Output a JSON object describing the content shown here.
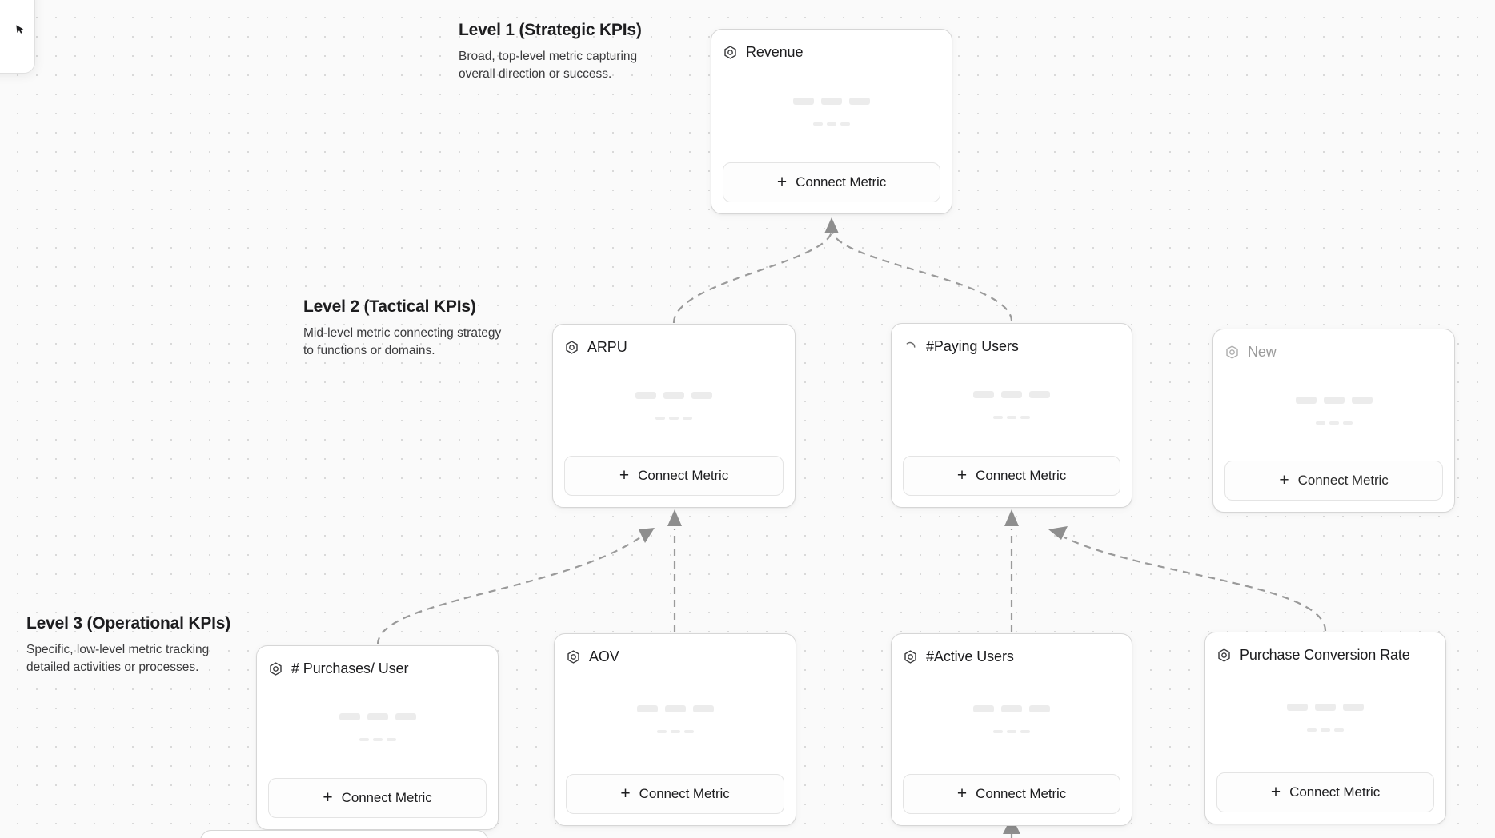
{
  "canvas": {
    "background_color": "#fafafa",
    "dot_color": "#d9d9d9",
    "edge_color": "#9a9a9a"
  },
  "floating_panel": {
    "icon": "cursor-icon"
  },
  "levels": [
    {
      "id": "level-1",
      "title": "Level 1 (Strategic KPIs)",
      "description": "Broad, top-level metric capturing overall direction or success."
    },
    {
      "id": "level-2",
      "title": "Level 2 (Tactical KPIs)",
      "description": "Mid-level metric connecting strategy to functions or domains."
    },
    {
      "id": "level-3",
      "title": "Level 3 (Operational KPIs)",
      "description": "Specific, low-level metric tracking detailed activities or processes."
    }
  ],
  "cards": {
    "revenue": {
      "title": "Revenue",
      "icon": "hexagon-target-icon",
      "connect_label": "Connect Metric",
      "connect_plus": "+"
    },
    "arpu": {
      "title": "ARPU",
      "icon": "hexagon-target-icon",
      "connect_label": "Connect Metric",
      "connect_plus": "+"
    },
    "paying_users": {
      "title": "#Paying Users",
      "icon": "loading-spinner-icon",
      "connect_label": "Connect Metric",
      "connect_plus": "+"
    },
    "new": {
      "title": "New",
      "icon": "hexagon-target-icon",
      "connect_label": "Connect Metric",
      "connect_plus": "+"
    },
    "purchases_per_user": {
      "title": "# Purchases/ User",
      "icon": "hexagon-target-icon",
      "connect_label": "Connect Metric",
      "connect_plus": "+"
    },
    "aov": {
      "title": "AOV",
      "icon": "hexagon-target-icon",
      "connect_label": "Connect Metric",
      "connect_plus": "+"
    },
    "active_users": {
      "title": "#Active Users",
      "icon": "hexagon-target-icon",
      "connect_label": "Connect Metric",
      "connect_plus": "+"
    },
    "purchase_conversion_rate": {
      "title": "Purchase Conversion Rate",
      "icon": "hexagon-target-icon",
      "connect_label": "Connect Metric",
      "connect_plus": "+"
    }
  }
}
